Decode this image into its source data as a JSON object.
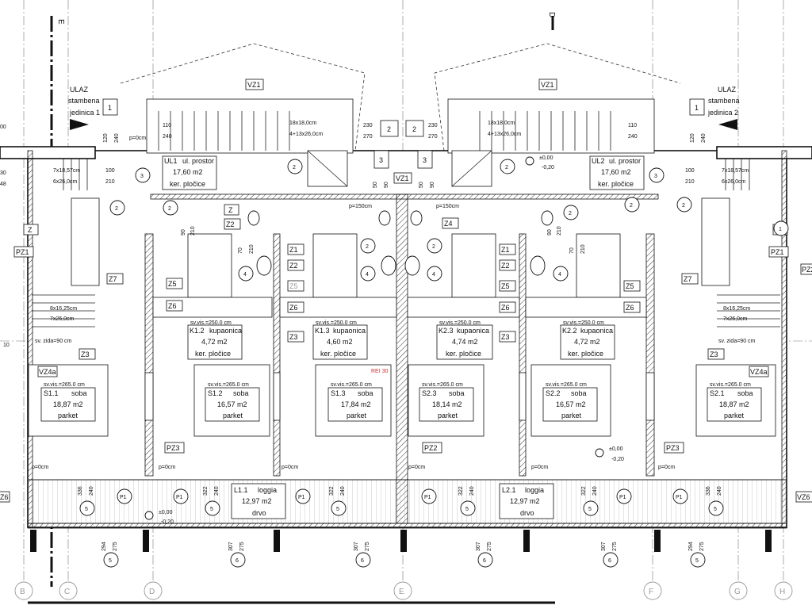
{
  "sections": {
    "left": "E",
    "right": "D"
  },
  "entrances": [
    {
      "line1": "ULAZ",
      "line2": "stambena",
      "line3": "jedinica 1"
    },
    {
      "line1": "ULAZ",
      "line2": "stambena",
      "line3": "jedinica 2"
    }
  ],
  "circles": {
    "one": "1",
    "two": "2",
    "three": "3",
    "four": "4",
    "five": "5",
    "six": "6"
  },
  "grid_axes": [
    "B",
    "C",
    "D",
    "E",
    "F",
    "G",
    "H"
  ],
  "rooms": [
    {
      "id": "UL1",
      "name": "ul. prostor",
      "area": "17,60 m2",
      "floor": "ker. pločice"
    },
    {
      "id": "UL2",
      "name": "ul. prostor",
      "area": "17,60 m2",
      "floor": "ker. pločice"
    },
    {
      "id": "K1.2",
      "name": "kupaonica",
      "area": "4,72 m2",
      "floor": "ker. pločice",
      "height": "sv.vis.=250.0 cm"
    },
    {
      "id": "K1.3",
      "name": "kupaonica",
      "area": "4,60 m2",
      "floor": "ker. pločice",
      "height": "sv.vis.=250.0 cm"
    },
    {
      "id": "K2.3",
      "name": "kupaonica",
      "area": "4,74 m2",
      "floor": "ker. pločice",
      "height": "sv.vis.=250.0 cm"
    },
    {
      "id": "K2.2",
      "name": "kupaonica",
      "area": "4,72 m2",
      "floor": "ker. pločice",
      "height": "sv.vis.=250.0 cm"
    },
    {
      "id": "S1.1",
      "name": "soba",
      "area": "18,87 m2",
      "floor": "parket",
      "height": "sv.vis.=265.0 cm"
    },
    {
      "id": "S1.2",
      "name": "soba",
      "area": "16,57 m2",
      "floor": "parket",
      "height": "sv.vis.=265.0 cm"
    },
    {
      "id": "S1.3",
      "name": "soba",
      "area": "17,84 m2",
      "floor": "parket",
      "height": "sv.vis.=265.0 cm"
    },
    {
      "id": "S2.3",
      "name": "soba",
      "area": "18,14 m2",
      "floor": "parket",
      "height": "sv.vis.=265.0 cm"
    },
    {
      "id": "S2.2",
      "name": "soba",
      "area": "16,57 m2",
      "floor": "parket",
      "height": "sv.vis.=265.0 cm"
    },
    {
      "id": "S2.1",
      "name": "soba",
      "area": "18,87 m2",
      "floor": "parket",
      "height": "sv.vis.=265.0 cm"
    },
    {
      "id": "L1.1",
      "name": "loggia",
      "area": "12,97 m2",
      "floor": "drvo"
    },
    {
      "id": "L2.1",
      "name": "loggia",
      "area": "12,97 m2",
      "floor": "drvo"
    }
  ],
  "tags": {
    "VZ1": "VZ1",
    "VZ4a": "VZ4a",
    "VZ6": "VZ6",
    "Z": "Z",
    "Z1": "Z1",
    "Z2": "Z2",
    "Z3": "Z3",
    "Z4": "Z4",
    "Z5": "Z5",
    "Z6": "Z6",
    "Z7": "Z7",
    "PZ1": "PZ1",
    "PZ2": "PZ2",
    "PZ3": "PZ3",
    "P1": "P1"
  },
  "stairs": {
    "main": "18x18,0cm",
    "main2": "4+13x26,0cm",
    "side1": "7x18,57cm",
    "side2": "6x26,0cm",
    "low1": "8x16,25cm",
    "low2": "7x26,0cm"
  },
  "levels": {
    "zero": "±0,00",
    "minus": "-0,20",
    "p0": "p=0cm",
    "p150": "p=150cm",
    "wall_h": "sv. zida=90 cm",
    "rei": "REI 30"
  },
  "dims": {
    "d110": "110",
    "d240": "240",
    "d230": "230",
    "d270": "270",
    "d120": "120",
    "d100": "100",
    "d210": "210",
    "d90": "90",
    "d70": "70",
    "d50": "50",
    "d336": "336",
    "d322": "322",
    "d294": "294",
    "d275": "275",
    "d307": "307",
    "d30": "30",
    "d48": "48",
    "d00": "00",
    "d10": "10"
  }
}
